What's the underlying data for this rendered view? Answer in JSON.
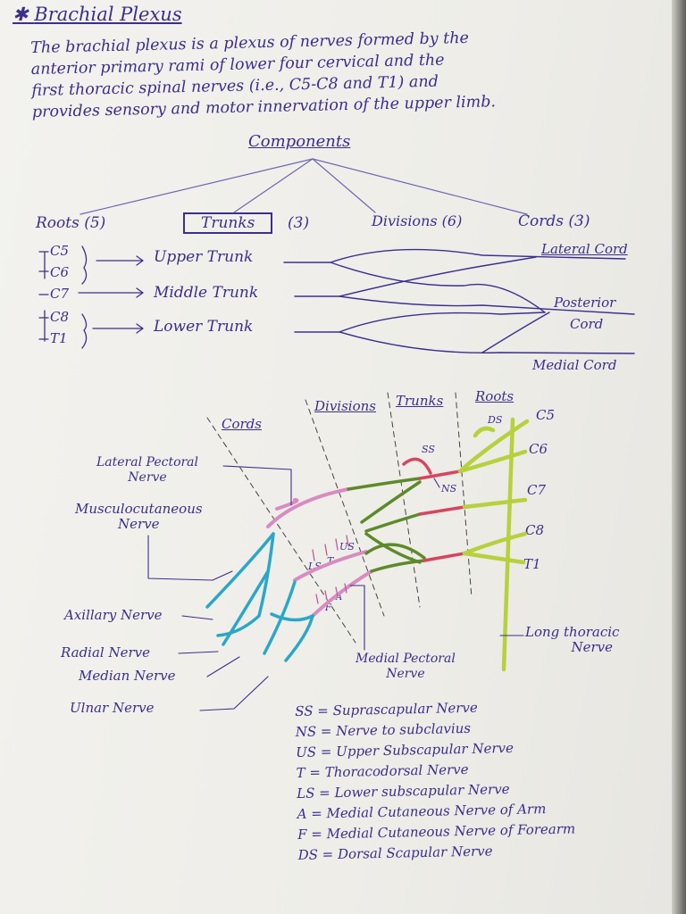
{
  "title": "Brachial Plexus",
  "intro_lines": [
    "The brachial plexus is a plexus of nerves formed by the",
    "anterior primary rami of lower four cervical and the",
    "first thoracic spinal nerves (i.e., C5-C8 and T1) and",
    "provides sensory and motor innervation of the upper limb."
  ],
  "components": {
    "heading": "Components",
    "roots": "Roots (5)",
    "trunks": "Trunks",
    "trunks_count": "(3)",
    "divisions": "Divisions (6)",
    "cords": "Cords (3)"
  },
  "schema": {
    "root_labels": [
      "C5",
      "C6",
      "C7",
      "C8",
      "T1"
    ],
    "trunks": [
      "Upper Trunk",
      "Middle Trunk",
      "Lower Trunk"
    ],
    "cords": [
      "Lateral Cord",
      "Posterior",
      "Cord",
      "Medial Cord"
    ]
  },
  "diagram": {
    "section_labels": [
      "Cords",
      "Divisions",
      "Trunks",
      "Roots"
    ],
    "root_labels": [
      "C5",
      "C6",
      "C7",
      "C8",
      "T1"
    ],
    "abbreviations": [
      "DS",
      "SS",
      "NS",
      "US",
      "LS",
      "T",
      "A",
      "F"
    ],
    "nerve_labels": {
      "lateral_pectoral": [
        "Lateral Pectoral",
        "Nerve"
      ],
      "musculocutaneous": [
        "Musculocutaneous",
        "Nerve"
      ],
      "axillary": "Axillary Nerve",
      "radial": "Radial Nerve",
      "median": "Median Nerve",
      "ulnar": "Ulnar Nerve",
      "medial_pectoral": [
        "Medial Pectoral",
        "Nerve"
      ],
      "long_thoracic": [
        "Long thoracic",
        "Nerve"
      ]
    },
    "colors": {
      "ink": "#3b2f8c",
      "cords": "#d98bc0",
      "divisions": "#5e8a2a",
      "trunks": "#d6455f",
      "roots": "#b6d13c",
      "branches": "#2aa7c9",
      "ss": "#d6304f"
    }
  },
  "legend": [
    "SS = Suprascapular Nerve",
    "NS = Nerve to subclavius",
    "US = Upper Subscapular Nerve",
    "T = Thoracodorsal Nerve",
    "LS = Lower subscapular Nerve",
    "A = Medial Cutaneous Nerve of Arm",
    "F = Medial Cutaneous Nerve of Forearm",
    "DS = Dorsal Scapular Nerve"
  ]
}
